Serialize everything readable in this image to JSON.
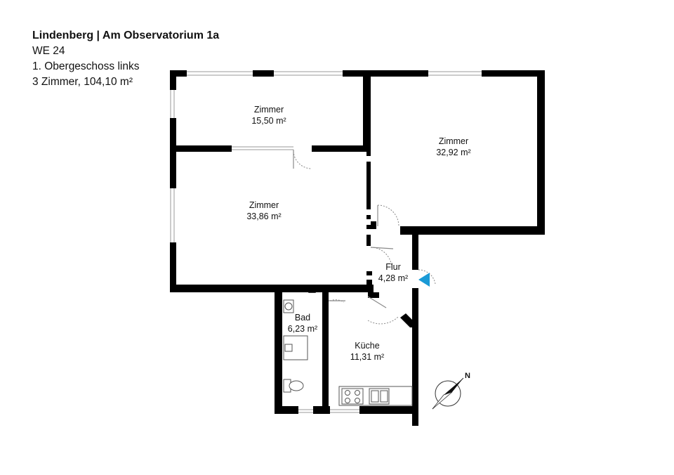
{
  "header": {
    "title": "Lindenberg | Am Observatorium 1a",
    "unit": "WE 24",
    "floor": "1. Obergeschoss links",
    "summary": "3 Zimmer, 104,10 m²"
  },
  "rooms": [
    {
      "name": "Zimmer",
      "area": "15,50 m²"
    },
    {
      "name": "Zimmer",
      "area": "32,92 m²"
    },
    {
      "name": "Zimmer",
      "area": "33,86 m²"
    },
    {
      "name": "Flur",
      "area": "4,28 m²"
    },
    {
      "name": "Bad",
      "area": "6,23 m²"
    },
    {
      "name": "Küche",
      "area": "11,31 m²"
    }
  ],
  "compass": {
    "label": "N"
  },
  "colors": {
    "wall": "#000000",
    "marker": "#1a9ad6"
  }
}
